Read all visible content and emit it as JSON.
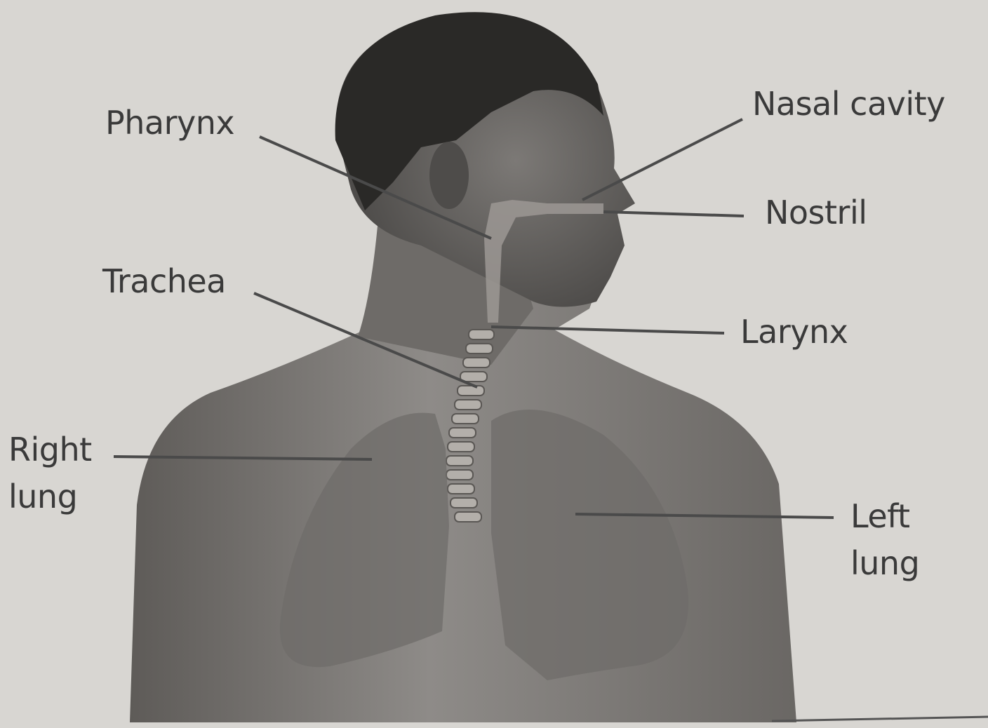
{
  "diagram": {
    "labels": {
      "pharynx": "Pharynx",
      "nasal_cavity": "Nasal cavity",
      "nostril": "Nostril",
      "trachea": "Trachea",
      "larynx": "Larynx",
      "right_lung": "Right\nlung",
      "left_lung": "Left\nlung"
    }
  },
  "colors": {
    "paper": "#d8d6d2",
    "skin": "#8a8784",
    "hair": "#2a2927",
    "lung": "#6f6c69",
    "label_text": "#3a3a3a",
    "leader_line": "#4a4a4a"
  }
}
